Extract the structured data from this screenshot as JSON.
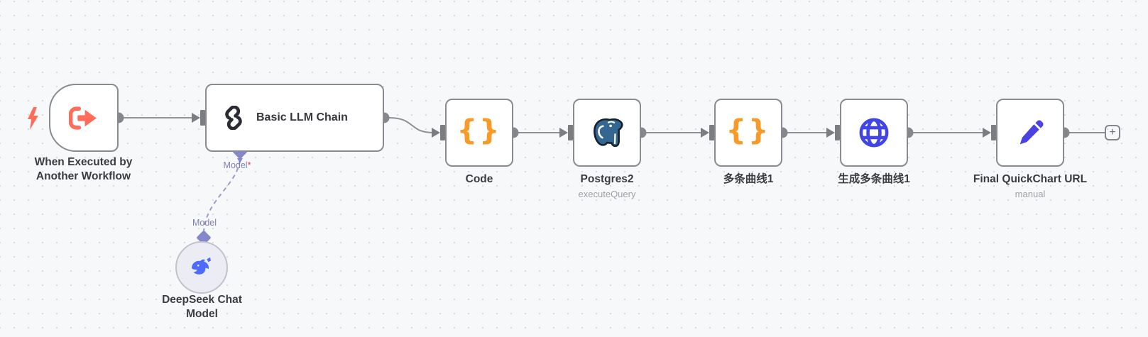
{
  "nodes": {
    "trigger": {
      "label": "When Executed by Another Workflow"
    },
    "llm": {
      "title": "Basic LLM Chain",
      "model_port_label": "Model",
      "required_marker": "*"
    },
    "deepseek": {
      "label": "DeepSeek Chat Model",
      "model_port_label": "Model"
    },
    "code": {
      "label": "Code"
    },
    "postgres": {
      "label": "Postgres2",
      "subtitle": "executeQuery"
    },
    "curves": {
      "label": "多条曲线1"
    },
    "gen_curves": {
      "label": "生成多条曲线1"
    },
    "final": {
      "label": "Final QuickChart URL",
      "subtitle": "manual"
    }
  },
  "icons": {
    "code_braces": "{}",
    "plus": "+"
  },
  "colors": {
    "accent_coral": "#ff6d5a",
    "code_orange": "#f79a28",
    "postgres_blue": "#336791",
    "http_globe_blue": "#4245e6",
    "edit_pencil_indigo": "#4a42e2",
    "deepseek_blue": "#4d6bfe",
    "edge_gray": "#8f9195",
    "connector_lavender": "#8488ca",
    "node_border_gray": "#8a8b90",
    "canvas_bg": "#f7f8f9"
  }
}
